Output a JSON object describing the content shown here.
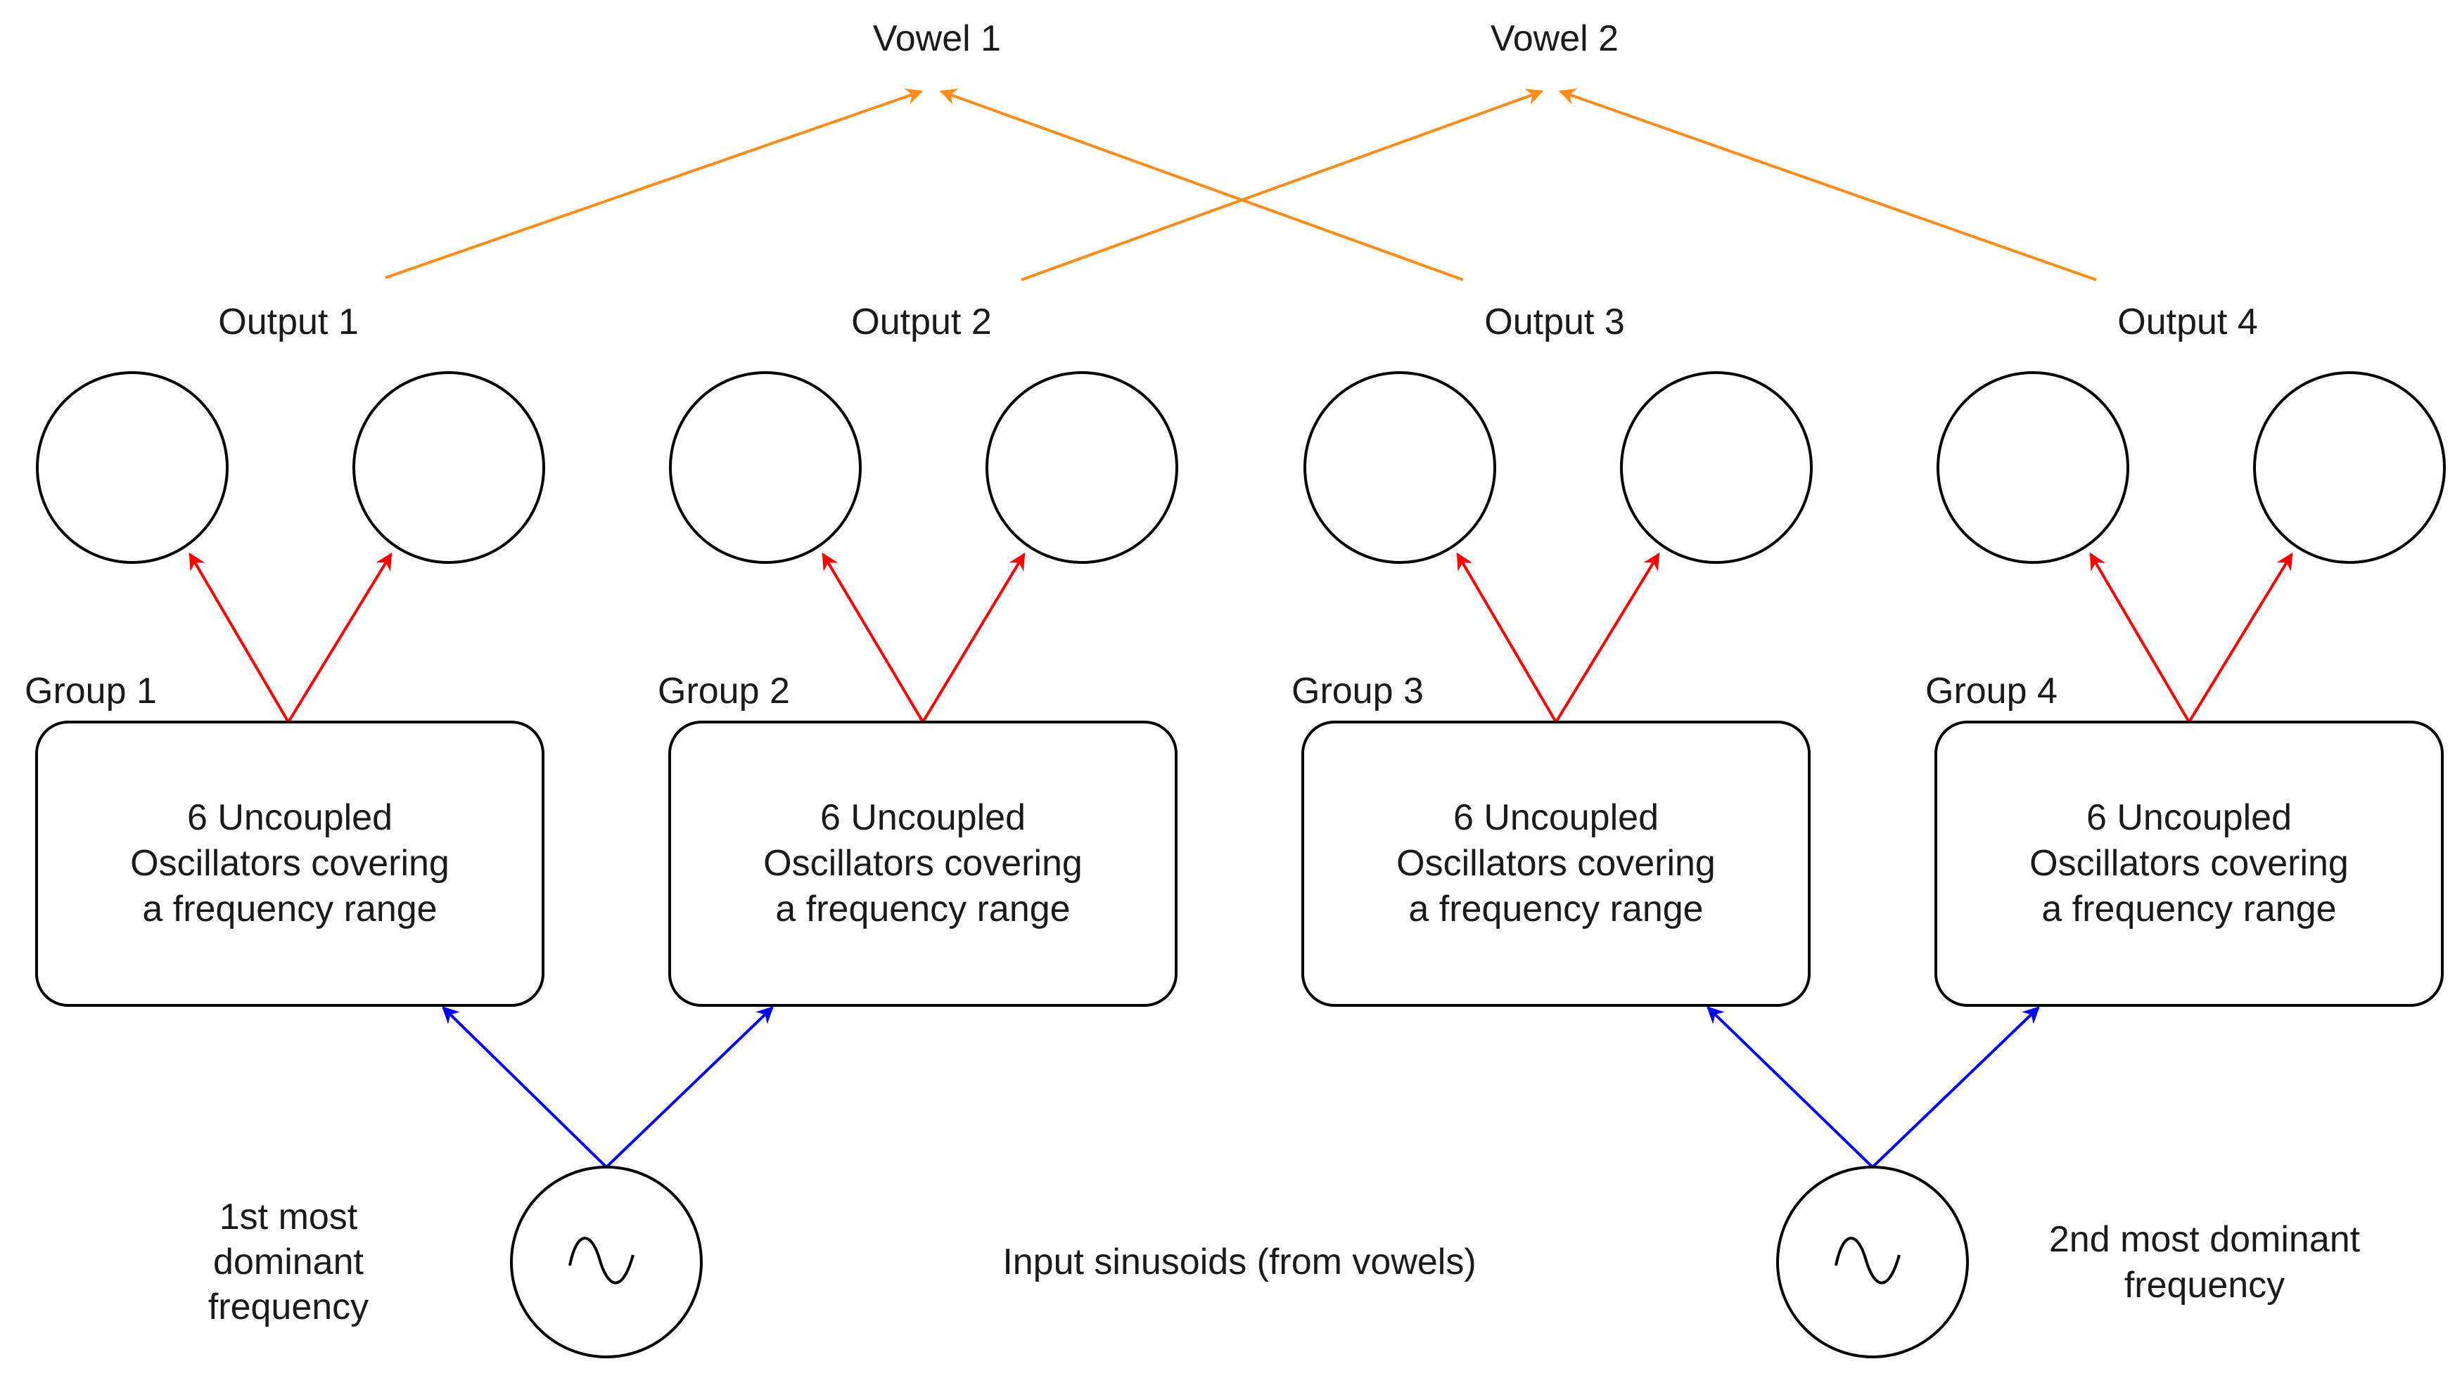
{
  "vowels": [
    "Vowel 1",
    "Vowel 2"
  ],
  "outputs": [
    "Output 1",
    "Output 2",
    "Output 3",
    "Output 4"
  ],
  "groups": [
    "Group 1",
    "Group 2",
    "Group 3",
    "Group 4"
  ],
  "group_box": {
    "line1": "6 Uncoupled",
    "line2": "Oscillators covering",
    "line3": "a frequency range"
  },
  "inputs": {
    "left_label": [
      "1st most",
      "dominant",
      "frequency"
    ],
    "right_label": [
      "2nd most dominant",
      "frequency"
    ],
    "center_label": "Input sinusoids (from vowels)"
  },
  "colors": {
    "vowel_arrows": "#ff8c1a",
    "output_arrows": "#ff0000",
    "input_arrows": "#0000ff",
    "outline": "#000000"
  }
}
